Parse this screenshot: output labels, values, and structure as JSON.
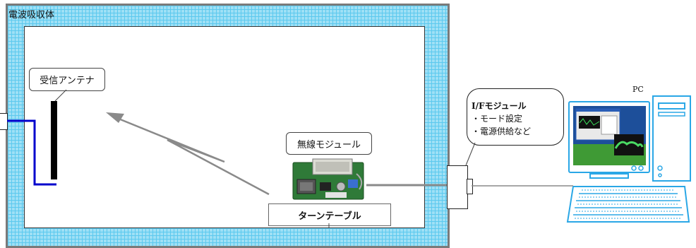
{
  "chamber": {
    "label": "電波吸収体"
  },
  "receiving_antenna": {
    "label": "受信アンテナ"
  },
  "wireless_module": {
    "label": "無線モジュール"
  },
  "turntable": {
    "label": "ターンテーブル"
  },
  "if_module": {
    "title": "I/Fモジュール",
    "items": [
      "・モード設定",
      "・電源供給など"
    ]
  },
  "pc": {
    "label": "PC"
  },
  "colors": {
    "absorber": "#9fe0f6",
    "absorber_grid": "#5cc9ee",
    "chamber_border": "#7a7a7a",
    "cable_blue": "#0000cc",
    "arrow_gray": "#8a8a8a",
    "pc_blue": "#2aa7e6"
  }
}
